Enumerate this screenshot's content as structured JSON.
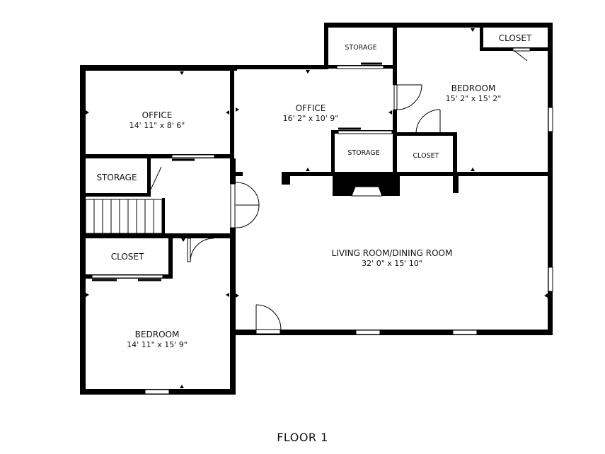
{
  "floor_label": "FLOOR 1",
  "rooms": {
    "office_left": {
      "name": "OFFICE",
      "dims": "14' 11\" x 8' 6\""
    },
    "office_center": {
      "name": "OFFICE",
      "dims": "16' 2\" x 10' 9\""
    },
    "bedroom_right": {
      "name": "BEDROOM",
      "dims": "15' 2\" x 15' 2\""
    },
    "bedroom_left": {
      "name": "BEDROOM",
      "dims": "14' 11\" x 15' 9\""
    },
    "living_dining": {
      "name": "LIVING ROOM/DINING ROOM",
      "dims": "32' 0\" x 15' 10\""
    },
    "storage_top": {
      "name": "STORAGE"
    },
    "storage_center": {
      "name": "STORAGE"
    },
    "storage_left": {
      "name": "STORAGE"
    },
    "closet_top_right": {
      "name": "CLOSET"
    },
    "closet_center": {
      "name": "CLOSET"
    },
    "closet_left": {
      "name": "CLOSET"
    }
  },
  "colors": {
    "wall": "#000000",
    "background": "#ffffff"
  }
}
